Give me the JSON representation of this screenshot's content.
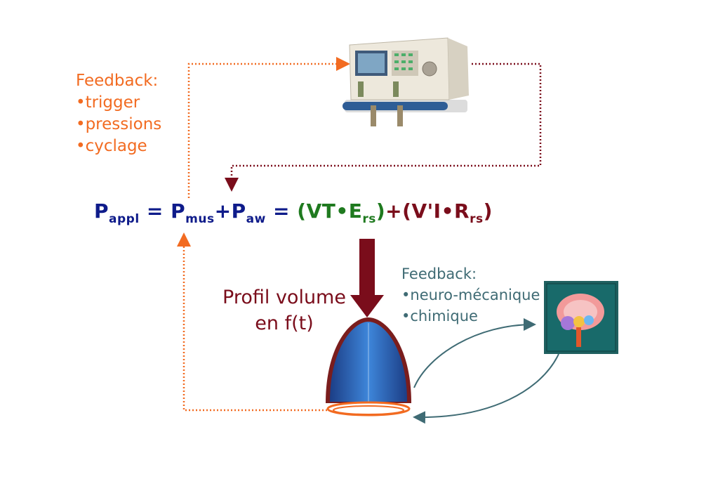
{
  "feedback_ventilator": {
    "title": "Feedback:",
    "items": [
      "•trigger",
      "•pressions",
      "•cyclage"
    ]
  },
  "feedback_patient": {
    "title": "Feedback:",
    "items": [
      "•neuro-mécanique",
      "•chimique"
    ]
  },
  "equation": {
    "p": "P",
    "appl_sub": "appl",
    "eq1": " = ",
    "p_mus": "P",
    "mus_sub": "mus",
    "plus1": "+",
    "p_aw": "P",
    "aw_sub": "aw",
    "eq2": " = ",
    "term1_open": "(VT•E",
    "rs_sub_1": "rs",
    "term1_close": ")",
    "plus2": "+",
    "term2_open": "(V'I•R",
    "rs_sub_2": "rs",
    "term2_close": ")"
  },
  "profil": {
    "line1": "Profil volume",
    "line2": "en f(t)"
  },
  "colors": {
    "orange": "#f26b21",
    "dark_red": "#7a0d1b",
    "navy": "#0e1b8a",
    "green": "#1f7a1f",
    "teal": "#3f6b74"
  },
  "icons": [
    "ventilator-machine-image",
    "lung-dome-image",
    "brain-image"
  ]
}
